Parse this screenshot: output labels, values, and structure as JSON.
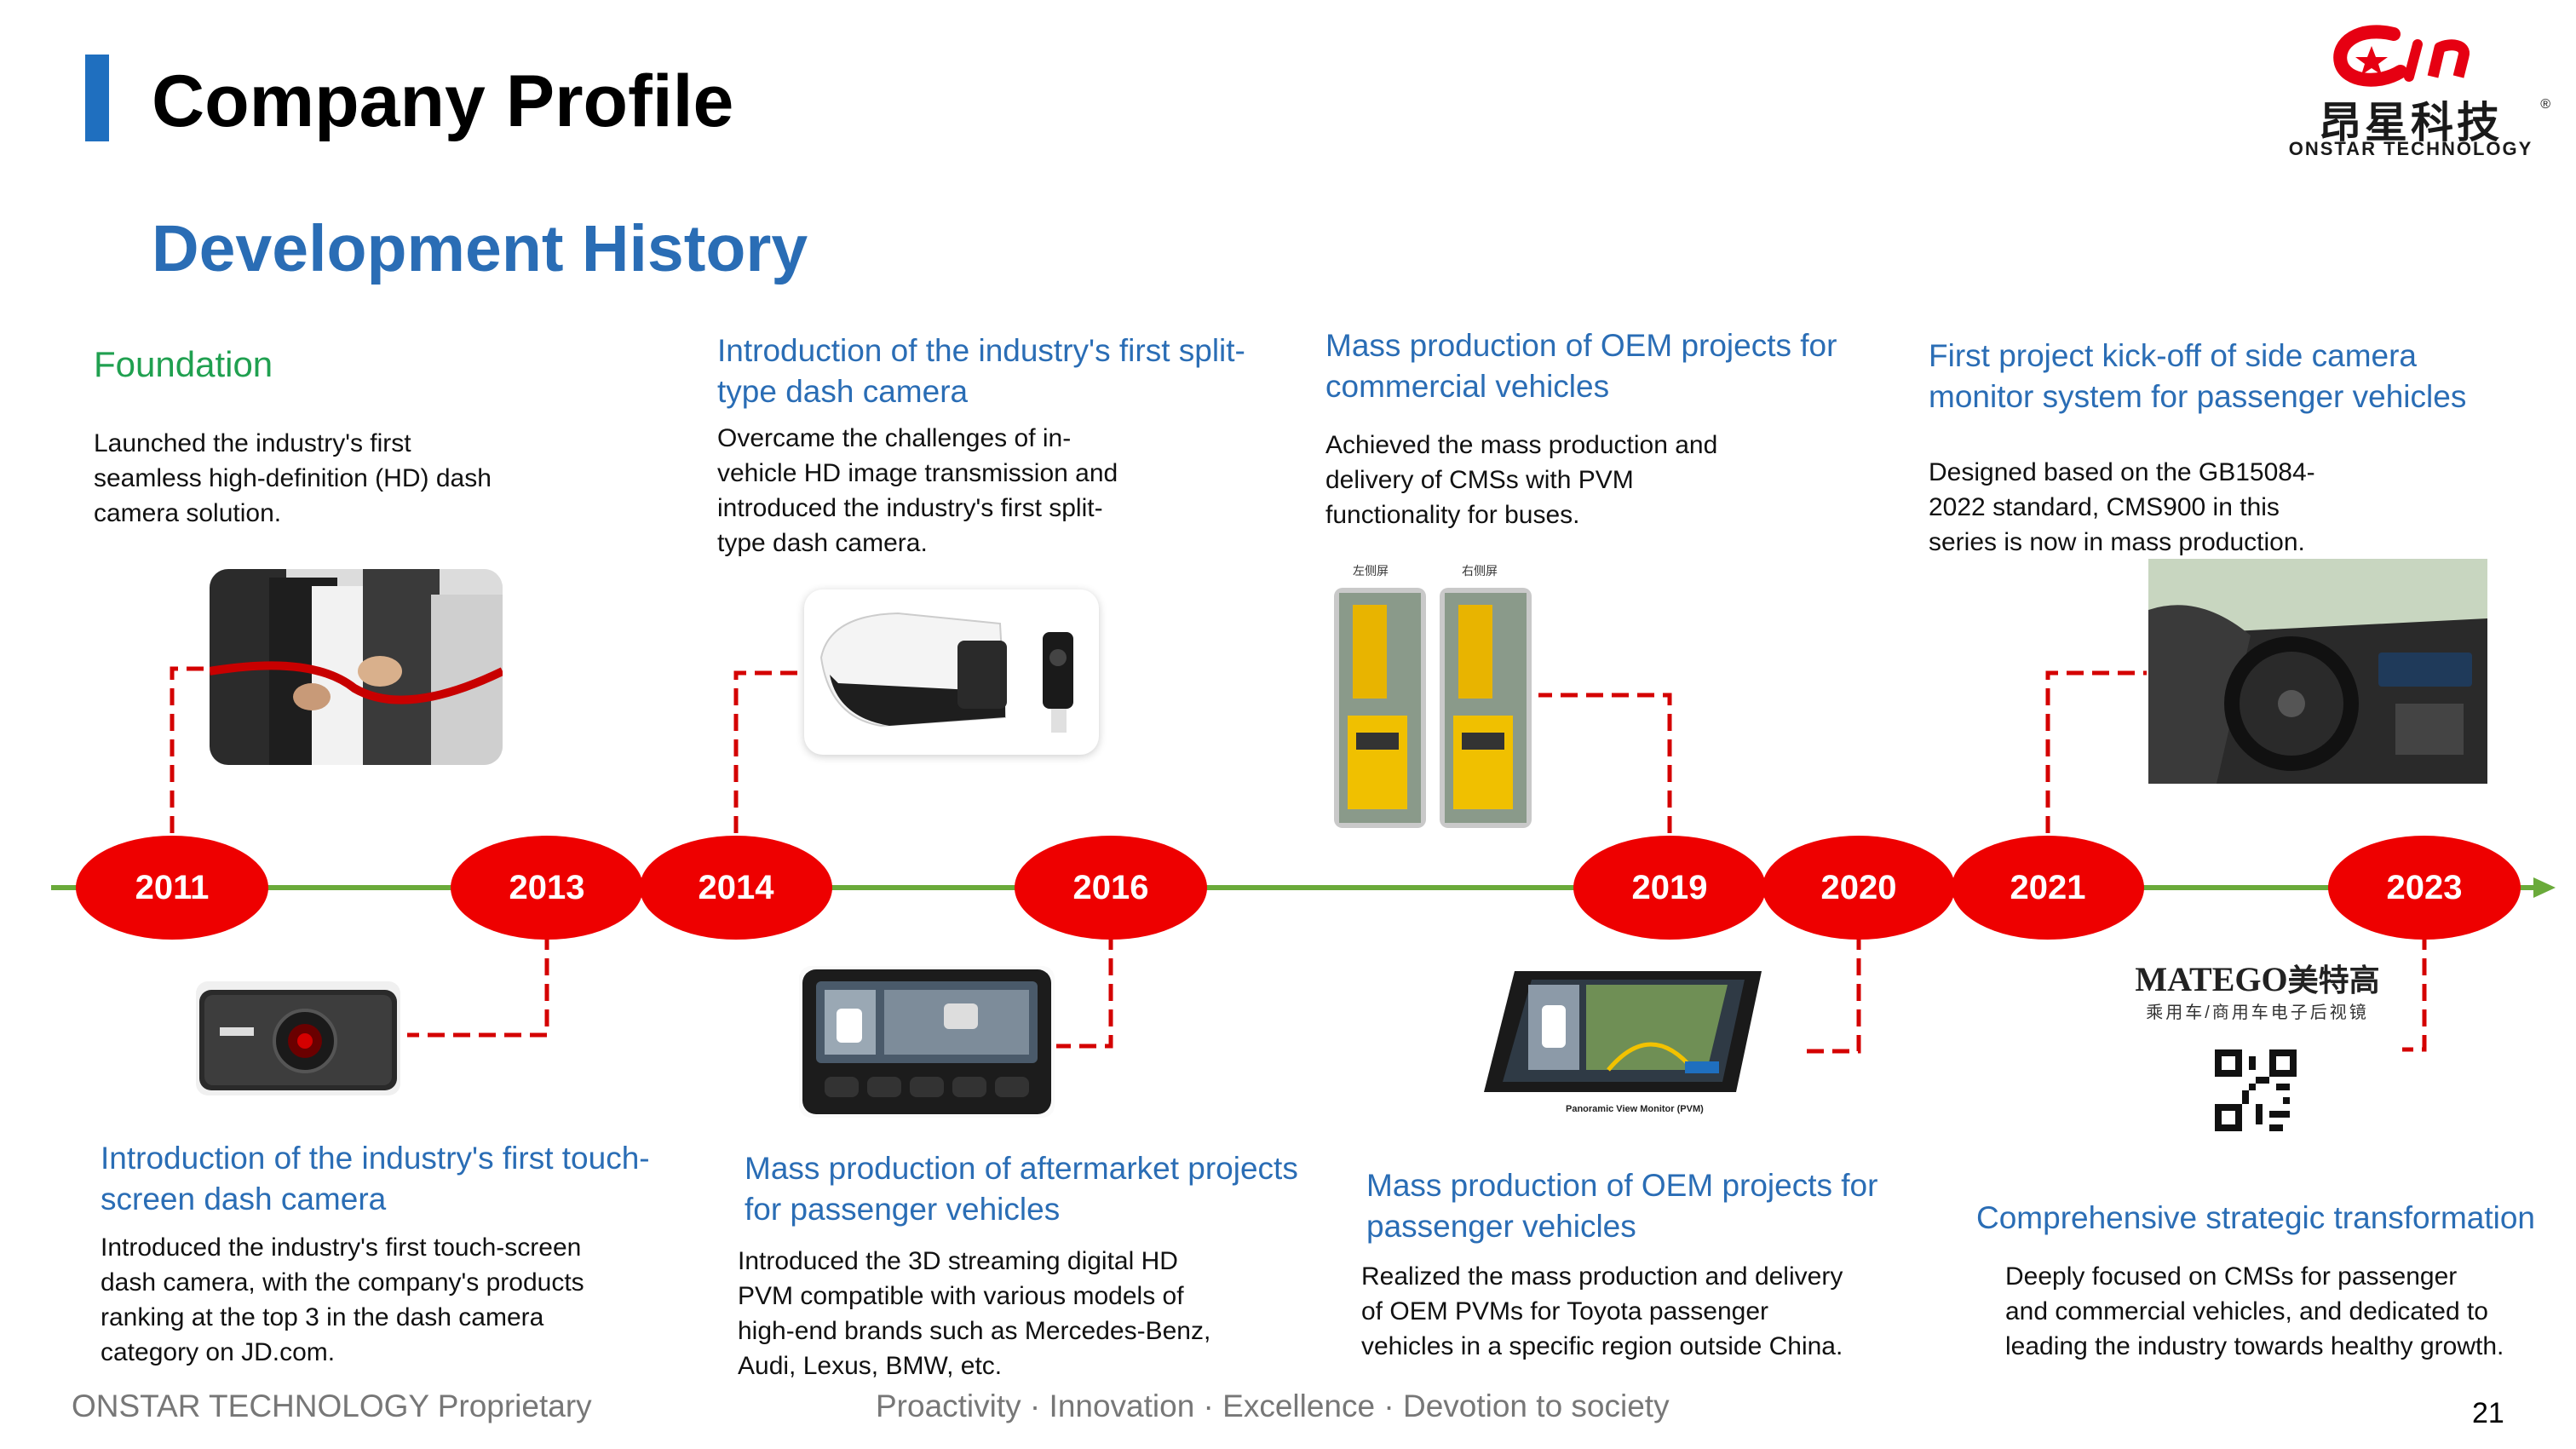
{
  "header": {
    "title": "Company Profile",
    "section": "Development History"
  },
  "logo": {
    "brand_cn": "昂星科技",
    "brand_en": "ONSTAR TECHNOLOGY",
    "reg_mark": "®"
  },
  "timeline": {
    "years": [
      "2011",
      "2013",
      "2014",
      "2016",
      "2019",
      "2020",
      "2021",
      "2023"
    ],
    "line_color": "#6aaa3a",
    "node_color": "#ee0000"
  },
  "milestones": {
    "m2011": {
      "heading": "Foundation",
      "body": [
        "Launched the industry's first",
        "seamless high-definition (HD) dash",
        "camera solution."
      ]
    },
    "m2013": {
      "heading": [
        "Introduction of the industry's first touch-",
        "screen dash camera"
      ],
      "body": [
        "Introduced the industry's first touch-screen",
        "dash camera, with the company's products",
        "ranking at the top 3 in the dash camera",
        "category on JD.com."
      ]
    },
    "m2014": {
      "heading": [
        "Introduction of the industry's first split-",
        "type dash camera"
      ],
      "body": [
        "Overcame the challenges of in-",
        "vehicle HD image transmission and",
        "introduced the industry's first split-",
        "type dash camera."
      ]
    },
    "m2016": {
      "heading": [
        "Mass production of aftermarket projects",
        "for passenger vehicles"
      ],
      "body": [
        "Introduced the 3D streaming digital HD",
        "PVM compatible with various models of",
        "high-end brands such as Mercedes-Benz,",
        "Audi, Lexus, BMW, etc."
      ]
    },
    "m2019": {
      "heading": [
        "Mass production of OEM projects for",
        "commercial vehicles"
      ],
      "body": [
        "Achieved the mass production and",
        "delivery of CMSs with PVM",
        "functionality for buses."
      ],
      "image_labels": [
        "左侧屏",
        "右侧屏"
      ]
    },
    "m2020": {
      "heading": [
        "Mass production of OEM projects for",
        "passenger vehicles"
      ],
      "body": [
        "Realized the mass production and delivery",
        "of OEM PVMs for Toyota passenger",
        "vehicles in a specific region outside China."
      ],
      "image_caption": "Panoramic View Monitor (PVM)"
    },
    "m2021": {
      "heading": [
        "First project kick-off of side camera",
        "monitor system for passenger vehicles"
      ],
      "body": [
        "Designed based on the GB15084-",
        "2022 standard, CMS900 in this",
        "series is now in mass production."
      ]
    },
    "m2023": {
      "heading": "Comprehensive strategic transformation",
      "body": [
        "Deeply focused on CMSs for passenger",
        "and commercial vehicles, and dedicated to",
        "leading the industry towards healthy growth."
      ],
      "brand_logo": "MATEGO",
      "brand_cn": "美特高",
      "brand_tagline": "乘用车/商用车电子后视镜"
    }
  },
  "footer": {
    "left": "ONSTAR TECHNOLOGY Proprietary",
    "center": "Proactivity · Innovation · Excellence · Devotion to society",
    "page": "21"
  },
  "colors": {
    "accent_blue": "#2a6db5",
    "foundation_green": "#20a050",
    "connector_red": "#d40000"
  }
}
